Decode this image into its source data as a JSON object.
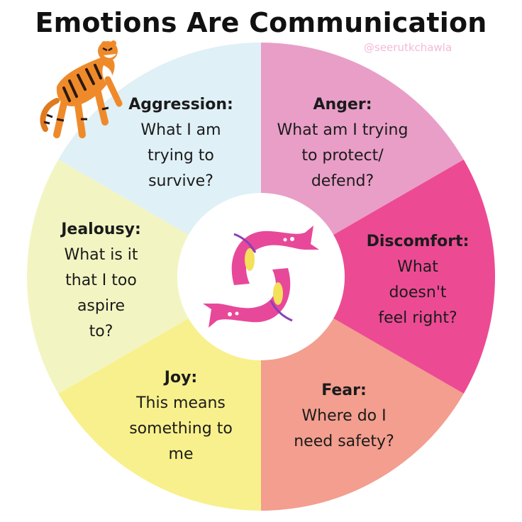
{
  "title": "Emotions Are Communication",
  "handle": "@seerutkchawla",
  "segments": [
    {
      "name": "Aggression",
      "head": "Aggression:",
      "body": "What I am\ntrying to\nsurvive?",
      "color": "#e99ec7"
    },
    {
      "name": "Anger",
      "head": "Anger:",
      "body": "What am I trying\nto protect/\ndefend?",
      "color": "#ec4b94"
    },
    {
      "name": "Discomfort",
      "head": "Discomfort:",
      "body": "What\ndoesn't\nfeel right?",
      "color": "#f39e8e"
    },
    {
      "name": "Fear",
      "head": "Fear:",
      "body": "Where do I\nneed safety?",
      "color": "#f8f08c"
    },
    {
      "name": "Joy",
      "head": "Joy:",
      "body": "This means\nsomething to\nme",
      "color": "#f2f5c2"
    },
    {
      "name": "Jealousy",
      "head": "Jealousy:",
      "body": "What is it\nthat I too\naspire\nto?",
      "color": "#dff0f6"
    }
  ],
  "icons": {
    "center": "pink-fish-yinyang-icon",
    "corner": "tiger-icon"
  }
}
